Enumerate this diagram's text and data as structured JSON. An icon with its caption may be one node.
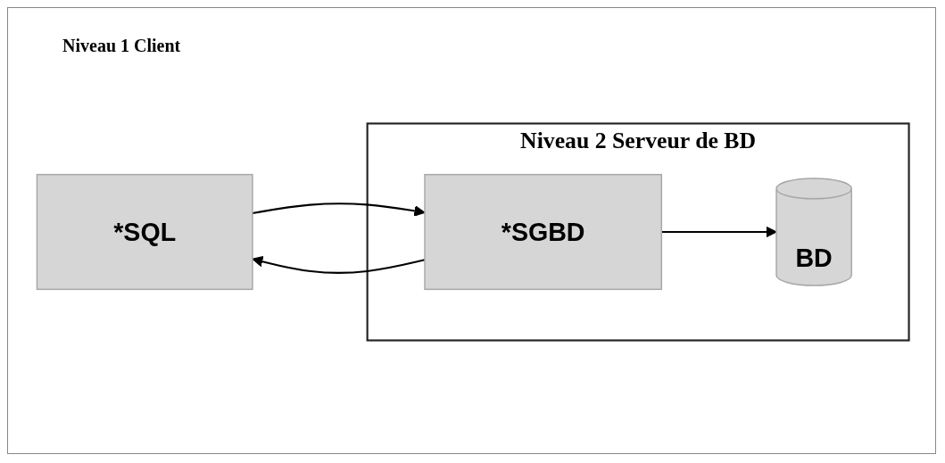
{
  "diagram": {
    "nodes": [
      {
        "text": [
          "*SQL"
        ]
      },
      {
        "text": [
          "Niveau 2 Serveur de BD"
        ]
      },
      {
        "text": [
          "*SGBD"
        ],
        "in": 1
      },
      {
        "text": [
          "BD"
        ],
        "in": 1
      }
    ],
    "edges": [
      {
        "from": 0,
        "to": 2,
        "arrow": "to"
      },
      {
        "from": 2,
        "to": 0,
        "arrow": "to"
      },
      {
        "from": 2,
        "to": 3,
        "arrow": "to"
      }
    ],
    "labels": [
      "Niveau 1 Client"
    ]
  }
}
